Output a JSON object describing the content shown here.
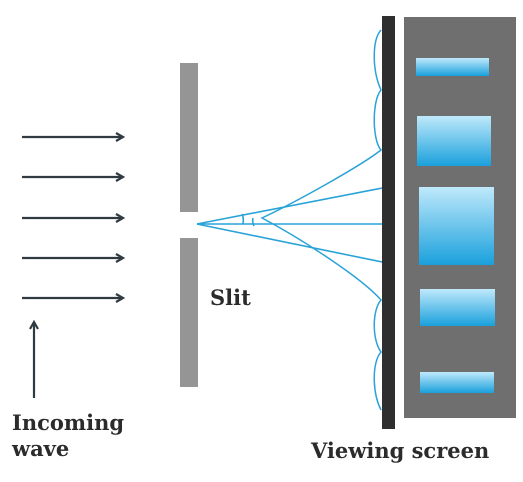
{
  "labels": {
    "slit": "Slit",
    "incoming_wave": "Incoming\nwave",
    "viewing_screen": "Viewing screen"
  },
  "icons": {
    "wave_arrows": "right-arrow",
    "pointer_arrow": "up-arrow"
  },
  "colors": {
    "arrow": "#2f3b40",
    "barrier": "#959595",
    "screen_line": "#2f2f2f",
    "screen_panel": "#6f6f6f",
    "ray": "#29a3d8",
    "fringe_top": "#bfe9fb",
    "fringe_bottom": "#1aa0dc"
  },
  "fringes": {
    "count": 5
  }
}
